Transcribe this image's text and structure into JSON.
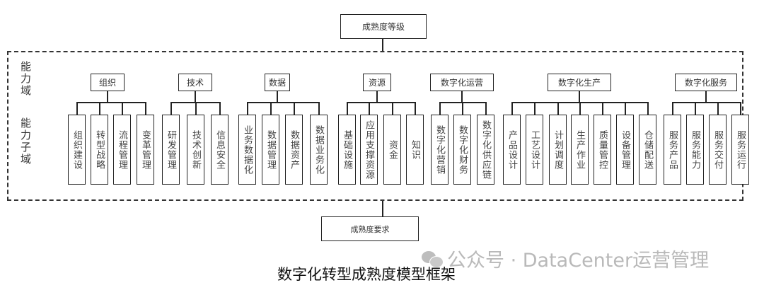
{
  "top_box": {
    "label": "成熟度等级"
  },
  "bottom_box": {
    "label": "成熟度要求"
  },
  "side_labels": {
    "domain": "能力域",
    "subdomain": "能力子域"
  },
  "domains": [
    {
      "label": "组织",
      "subs": [
        "组织建设",
        "转型战略",
        "流程管理",
        "变革管理"
      ]
    },
    {
      "label": "技术",
      "subs": [
        "研发管理",
        "技术创新",
        "信息安全"
      ]
    },
    {
      "label": "数据",
      "subs": [
        "业务数据化",
        "数据管理",
        "数据资产",
        "数据业务化"
      ]
    },
    {
      "label": "资源",
      "subs": [
        "基础设施",
        "应用支撑资源",
        "资金",
        "知识"
      ]
    },
    {
      "label": "数字化运营",
      "subs": [
        "数字化营销",
        "数字化财务",
        "数字化供应链"
      ]
    },
    {
      "label": "数字化生产",
      "subs": [
        "产品设计",
        "工艺设计",
        "计划调度",
        "生产作业",
        "质量管控",
        "设备管理",
        "仓储配送"
      ]
    },
    {
      "label": "数字化服务",
      "subs": [
        "服务产品",
        "服务能力",
        "服务交付",
        "服务运行"
      ]
    }
  ],
  "caption": "数字化转型成熟度模型框架",
  "watermark": {
    "icon": "wechat-icon",
    "text": "公众号 · DataCenter运营管理"
  }
}
